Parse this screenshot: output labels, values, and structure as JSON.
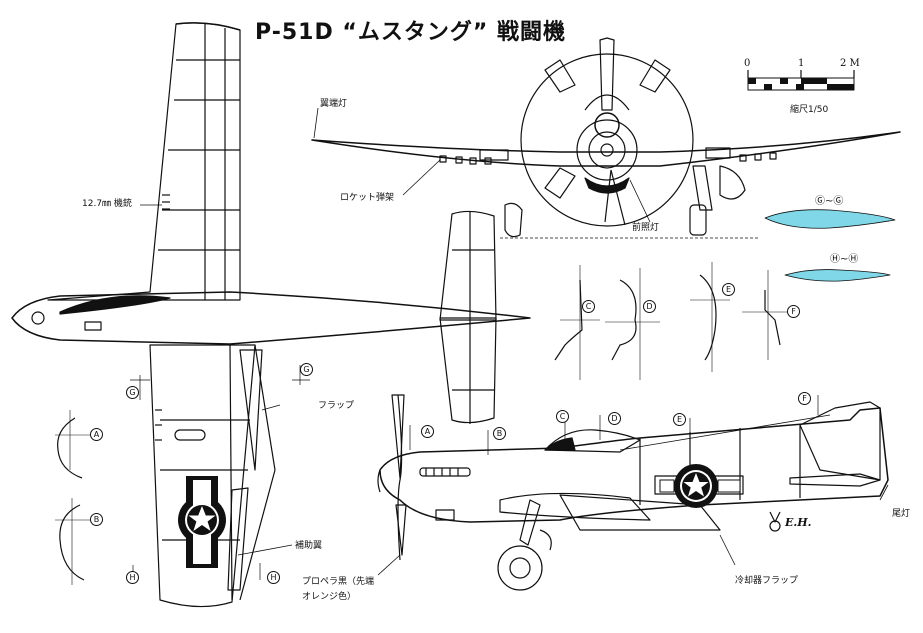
{
  "title": "P-51D “ムスタング” 戦闘機",
  "scale": {
    "ticks": [
      "0",
      "1",
      "2 M"
    ],
    "caption": "縮尺1/50"
  },
  "callouts": {
    "wingtip_light": "翼端灯",
    "rocket_rack": "ロケット弾架",
    "mg": "12.7㎜ 機銃",
    "landing_light": "前照灯",
    "flap": "フラップ",
    "aileron": "補助翼",
    "propeller": "プロペラ黒（先端",
    "propeller_2": "オレンジ色）",
    "cooler_flap": "冷却器フラップ",
    "tail_light": "尾灯"
  },
  "sections": {
    "GG": "Ⓖ~Ⓖ",
    "HH": "Ⓗ~Ⓗ"
  },
  "station_letters": [
    "A",
    "B",
    "C",
    "D",
    "E",
    "F",
    "G",
    "H"
  ],
  "fuselage_code": "E.H.",
  "colors": {
    "ink": "#111111",
    "section_fill": "#7fd7e8"
  }
}
